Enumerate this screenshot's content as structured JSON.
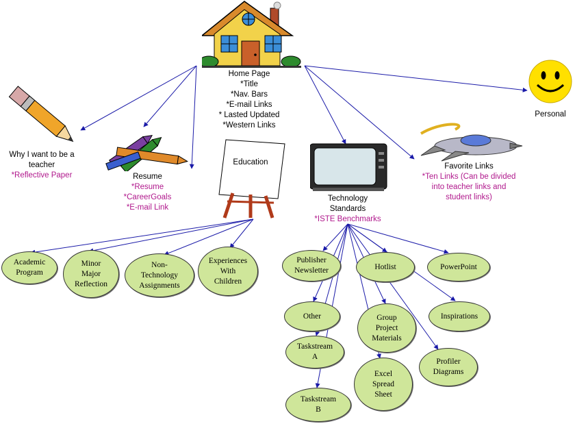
{
  "home": {
    "title": "Home Page",
    "items": [
      "*Title",
      "*Nav. Bars",
      "*E-mail Links",
      "* Lasted Updated",
      "*Western Links"
    ]
  },
  "why": {
    "title": "Why I want to be a teacher",
    "items": [
      "*Reflective Paper"
    ]
  },
  "resume": {
    "title": "Resume",
    "items": [
      "*Resume",
      "*CareerGoals",
      "*E-mail Link"
    ]
  },
  "education": {
    "title": "Education"
  },
  "tech": {
    "title_line1": "Technology",
    "title_line2": "Standards",
    "items": [
      "*ISTE Benchmarks"
    ]
  },
  "favorite": {
    "title": "Favorite Links",
    "items": [
      "*Ten Links (Can be divided",
      "into teacher links and",
      "student links)"
    ]
  },
  "personal": {
    "title": "Personal"
  },
  "education_children": [
    {
      "l1": "Academic",
      "l2": "Program"
    },
    {
      "l1": "Minor",
      "l2": "Major",
      "l3": "Reflection"
    },
    {
      "l1": "Non-",
      "l2": "Technology",
      "l3": "Assignments"
    },
    {
      "l1": "Experiences",
      "l2": "With",
      "l3": "Children"
    }
  ],
  "tech_children": {
    "publisher": {
      "l1": "Publisher",
      "l2": "Newsletter"
    },
    "hotlist": "Hotlist",
    "powerpoint": "PowerPoint",
    "other": "Other",
    "group": {
      "l1": "Group",
      "l2": "Project",
      "l3": "Materials"
    },
    "inspirations": "Inspirations",
    "taskA": {
      "l1": "Taskstream",
      "l2": "A"
    },
    "excel": {
      "l1": "Excel",
      "l2": "Spread",
      "l3": "Sheet"
    },
    "profiler": {
      "l1": "Profiler",
      "l2": "Diagrams"
    },
    "taskB": {
      "l1": "Taskstream",
      "l2": "B"
    }
  },
  "colors": {
    "line": "#1a1aa8",
    "node_fill": "#cfe69a",
    "accent_text": "#b0188c"
  },
  "icons": [
    "house-icon",
    "pencil-icon",
    "crayons-icon",
    "easel-icon",
    "television-icon",
    "spaceship-icon",
    "smiley-icon"
  ]
}
